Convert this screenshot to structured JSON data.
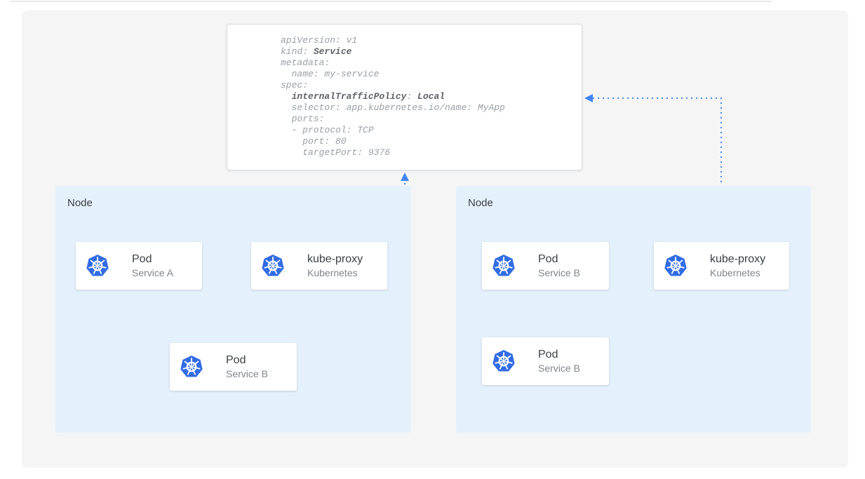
{
  "yaml_card": {
    "lines": [
      [
        {
          "t": "apiVersion: v1"
        }
      ],
      [
        {
          "t": "kind: "
        },
        {
          "t": "Service",
          "b": true
        }
      ],
      [
        {
          "t": "metadata:"
        }
      ],
      [
        {
          "t": "  name: my-service"
        }
      ],
      [
        {
          "t": "spec:"
        }
      ],
      [
        {
          "t": "  "
        },
        {
          "t": "internalTrafficPolicy",
          "b": true
        },
        {
          "t": ": "
        },
        {
          "t": "Local",
          "b": true
        }
      ],
      [
        {
          "t": "  selector: app.kubernetes.io/name: MyApp"
        }
      ],
      [
        {
          "t": "  ports:"
        }
      ],
      [
        {
          "t": "  - protocol: TCP"
        }
      ],
      [
        {
          "t": "    port: 80"
        }
      ],
      [
        {
          "t": "    targetPort: 9376"
        }
      ]
    ]
  },
  "nodes": {
    "left": {
      "label": "Node"
    },
    "right": {
      "label": "Node"
    }
  },
  "cards": {
    "left_pod_a": {
      "title": "Pod",
      "subtitle": "Service A"
    },
    "left_kube_proxy": {
      "title": "kube-proxy",
      "subtitle": "Kubernetes"
    },
    "left_pod_b": {
      "title": "Pod",
      "subtitle": "Service B"
    },
    "right_pod_b1": {
      "title": "Pod",
      "subtitle": "Service B"
    },
    "right_kube_proxy": {
      "title": "kube-proxy",
      "subtitle": "Kubernetes"
    },
    "right_pod_b2": {
      "title": "Pod",
      "subtitle": "Service B"
    }
  },
  "icons": {
    "kubernetes": "kubernetes-helm-wheel-icon"
  },
  "colors": {
    "accent": "#4285f4",
    "node_bg": "#e4f1fc",
    "kubernetes_blue": "#326ce5",
    "canvas_bg": "#f5f5f5",
    "code_regular": "#9aa0a6",
    "code_bold": "#5f6368",
    "title": "#3c4043",
    "subtitle": "#80868b"
  }
}
